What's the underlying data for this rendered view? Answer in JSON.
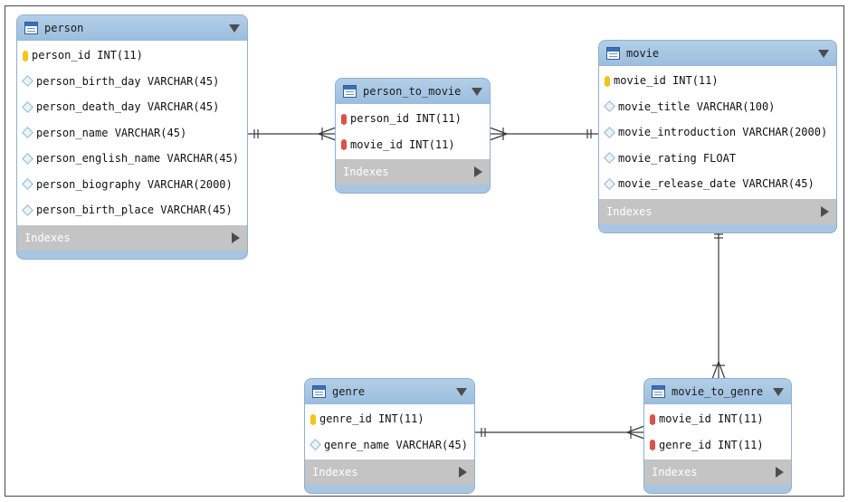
{
  "diagram": {
    "tables": [
      {
        "id": "person",
        "name": "person",
        "columns": [
          {
            "key": "pk",
            "text": "person_id INT(11)"
          },
          {
            "key": "attr",
            "text": "person_birth_day VARCHAR(45)"
          },
          {
            "key": "attr",
            "text": "person_death_day VARCHAR(45)"
          },
          {
            "key": "attr",
            "text": "person_name VARCHAR(45)"
          },
          {
            "key": "attr",
            "text": "person_english_name VARCHAR(45)"
          },
          {
            "key": "attr",
            "text": "person_biography VARCHAR(2000)"
          },
          {
            "key": "attr",
            "text": "person_birth_place VARCHAR(45)"
          }
        ],
        "indexes_label": "Indexes"
      },
      {
        "id": "person_to_movie",
        "name": "person_to_movie",
        "columns": [
          {
            "key": "fk",
            "text": "person_id INT(11)"
          },
          {
            "key": "fk",
            "text": "movie_id INT(11)"
          }
        ],
        "indexes_label": "Indexes"
      },
      {
        "id": "movie",
        "name": "movie",
        "columns": [
          {
            "key": "pk",
            "text": "movie_id INT(11)"
          },
          {
            "key": "attr",
            "text": "movie_title VARCHAR(100)"
          },
          {
            "key": "attr",
            "text": "movie_introduction VARCHAR(2000)"
          },
          {
            "key": "attr",
            "text": "movie_rating FLOAT"
          },
          {
            "key": "attr",
            "text": "movie_release_date VARCHAR(45)"
          }
        ],
        "indexes_label": "Indexes"
      },
      {
        "id": "genre",
        "name": "genre",
        "columns": [
          {
            "key": "pk",
            "text": "genre_id INT(11)"
          },
          {
            "key": "attr",
            "text": "genre_name VARCHAR(45)"
          }
        ],
        "indexes_label": "Indexes"
      },
      {
        "id": "movie_to_genre",
        "name": "movie_to_genre",
        "columns": [
          {
            "key": "fk",
            "text": "movie_id INT(11)"
          },
          {
            "key": "fk",
            "text": "genre_id INT(11)"
          }
        ],
        "indexes_label": "Indexes"
      }
    ],
    "relationships": [
      {
        "from": "person",
        "to": "person_to_movie",
        "from_end": "one-and-only-one",
        "to_end": "one-or-many"
      },
      {
        "from": "movie",
        "to": "person_to_movie",
        "from_end": "one-and-only-one",
        "to_end": "one-or-many"
      },
      {
        "from": "movie",
        "to": "movie_to_genre",
        "from_end": "one-and-only-one",
        "to_end": "one-or-many"
      },
      {
        "from": "genre",
        "to": "movie_to_genre",
        "from_end": "one-and-only-one",
        "to_end": "one-or-many"
      }
    ],
    "colors": {
      "header": "#9bbddd",
      "indexes_bar": "#c4c4c4",
      "primary_key": "#f2c41c",
      "foreign_key": "#d9534a",
      "connector": "#3a3a3a"
    }
  }
}
